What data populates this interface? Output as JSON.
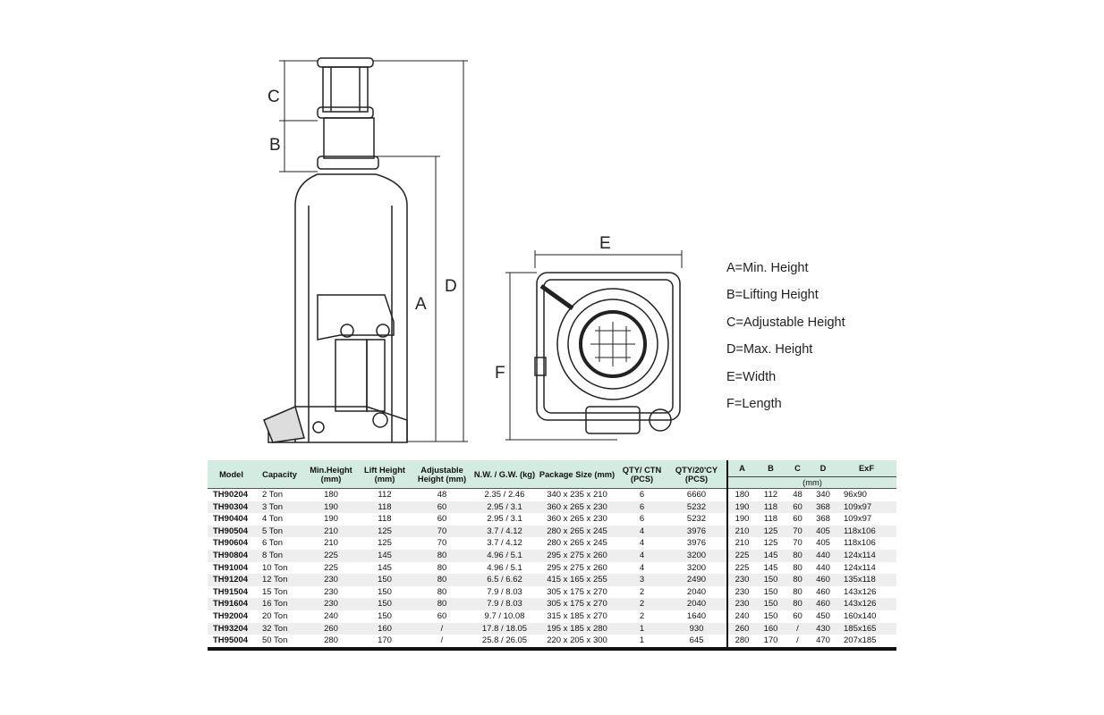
{
  "diagram": {
    "labels": {
      "A": "A",
      "B": "B",
      "C": "C",
      "D": "D",
      "E": "E",
      "F": "F"
    },
    "legend": [
      "A=Min. Height",
      "B=Lifting Height",
      "C=Adjustable Height",
      "D=Max. Height",
      "E=Width",
      "F=Length"
    ]
  },
  "table": {
    "headers": [
      "Model",
      "Capacity",
      "Min.Height (mm)",
      "Lift Height (mm)",
      "Adjustable Height (mm)",
      "N.W. / G.W. (kg)",
      "Package Size (mm)",
      "QTY/ CTN (PCS)",
      "QTY/20'CY (PCS)",
      "A",
      "B",
      "C",
      "D",
      "ExF"
    ],
    "unit_label": "(mm)",
    "header_color": "#d3ebe0",
    "rows": [
      [
        "TH90204",
        "2 Ton",
        "180",
        "112",
        "48",
        "2.35 / 2.46",
        "340 x 235 x 210",
        "6",
        "6660",
        "180",
        "112",
        "48",
        "340",
        "96x90"
      ],
      [
        "TH90304",
        "3 Ton",
        "190",
        "118",
        "60",
        "2.95 / 3.1",
        "360 x 265 x 230",
        "6",
        "5232",
        "190",
        "118",
        "60",
        "368",
        "109x97"
      ],
      [
        "TH90404",
        "4 Ton",
        "190",
        "118",
        "60",
        "2.95 / 3.1",
        "360 x 265 x 230",
        "6",
        "5232",
        "190",
        "118",
        "60",
        "368",
        "109x97"
      ],
      [
        "TH90504",
        "5 Ton",
        "210",
        "125",
        "70",
        "3.7  / 4.12",
        "280 x 265 x 245",
        "4",
        "3976",
        "210",
        "125",
        "70",
        "405",
        "118x106"
      ],
      [
        "TH90604",
        "6 Ton",
        "210",
        "125",
        "70",
        "3.7  / 4.12",
        "280 x 265 x 245",
        "4",
        "3976",
        "210",
        "125",
        "70",
        "405",
        "118x106"
      ],
      [
        "TH90804",
        "8 Ton",
        "225",
        "145",
        "80",
        "4.96 / 5.1",
        "295 x 275 x 260",
        "4",
        "3200",
        "225",
        "145",
        "80",
        "440",
        "124x114"
      ],
      [
        "TH91004",
        "10 Ton",
        "225",
        "145",
        "80",
        "4.96 / 5.1",
        "295 x 275 x 260",
        "4",
        "3200",
        "225",
        "145",
        "80",
        "440",
        "124x114"
      ],
      [
        "TH91204",
        "12 Ton",
        "230",
        "150",
        "80",
        "6.5 / 6.62",
        "415 x 165 x 255",
        "3",
        "2490",
        "230",
        "150",
        "80",
        "460",
        "135x118"
      ],
      [
        "TH91504",
        "15 Ton",
        "230",
        "150",
        "80",
        "7.9 / 8.03",
        "305 x 175 x 270",
        "2",
        "2040",
        "230",
        "150",
        "80",
        "460",
        "143x126"
      ],
      [
        "TH91604",
        "16 Ton",
        "230",
        "150",
        "80",
        "7.9 / 8.03",
        "305 x 175 x 270",
        "2",
        "2040",
        "230",
        "150",
        "80",
        "460",
        "143x126"
      ],
      [
        "TH92004",
        "20 Ton",
        "240",
        "150",
        "60",
        "9.7 / 10.08",
        "315 x 185 x 270",
        "2",
        "1640",
        "240",
        "150",
        "60",
        "450",
        "160x140"
      ],
      [
        "TH93204",
        "32 Ton",
        "260",
        "160",
        "/",
        "17.8 / 18.05",
        "195 x 185 x 280",
        "1",
        "930",
        "260",
        "160",
        "/",
        "430",
        "185x165"
      ],
      [
        "TH95004",
        "50 Ton",
        "280",
        "170",
        "/",
        "25.8 / 26.05",
        "220 x 205 x 300",
        "1",
        "645",
        "280",
        "170",
        "/",
        "470",
        "207x185"
      ]
    ]
  }
}
